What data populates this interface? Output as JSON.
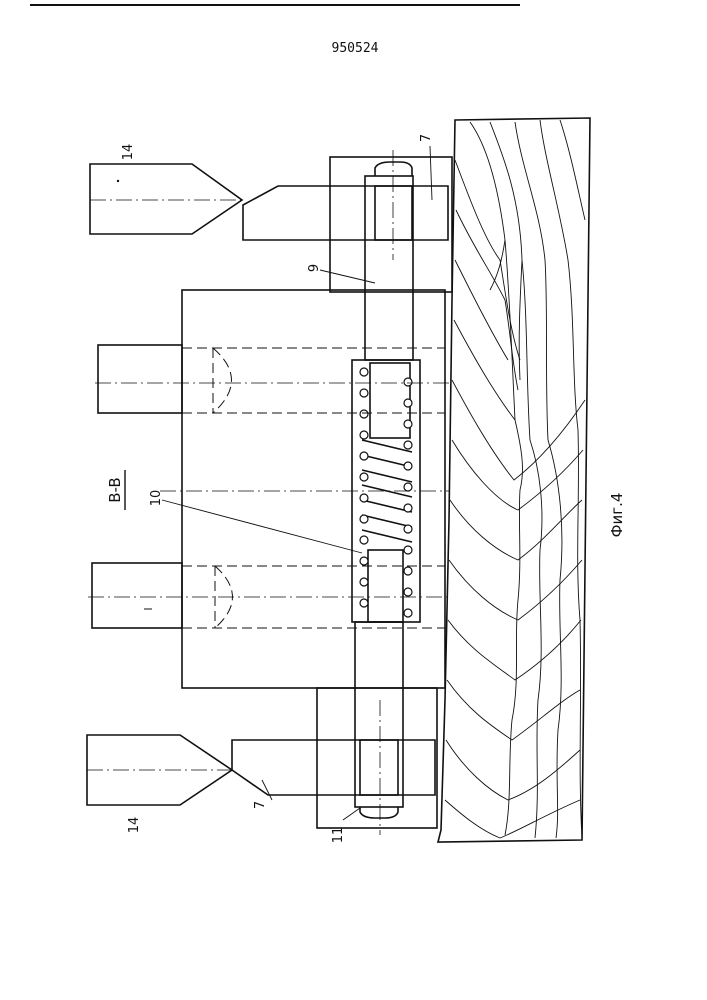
{
  "document": {
    "number": "950524"
  },
  "section": {
    "label": "B-B"
  },
  "figure": {
    "caption": "Фиг.4"
  },
  "callouts": {
    "tool_top": "14",
    "tool_bottom": "14",
    "jaw_top": "7",
    "jaw_bottom": "7",
    "rod": "9",
    "spring": "10",
    "bracket": "11"
  }
}
